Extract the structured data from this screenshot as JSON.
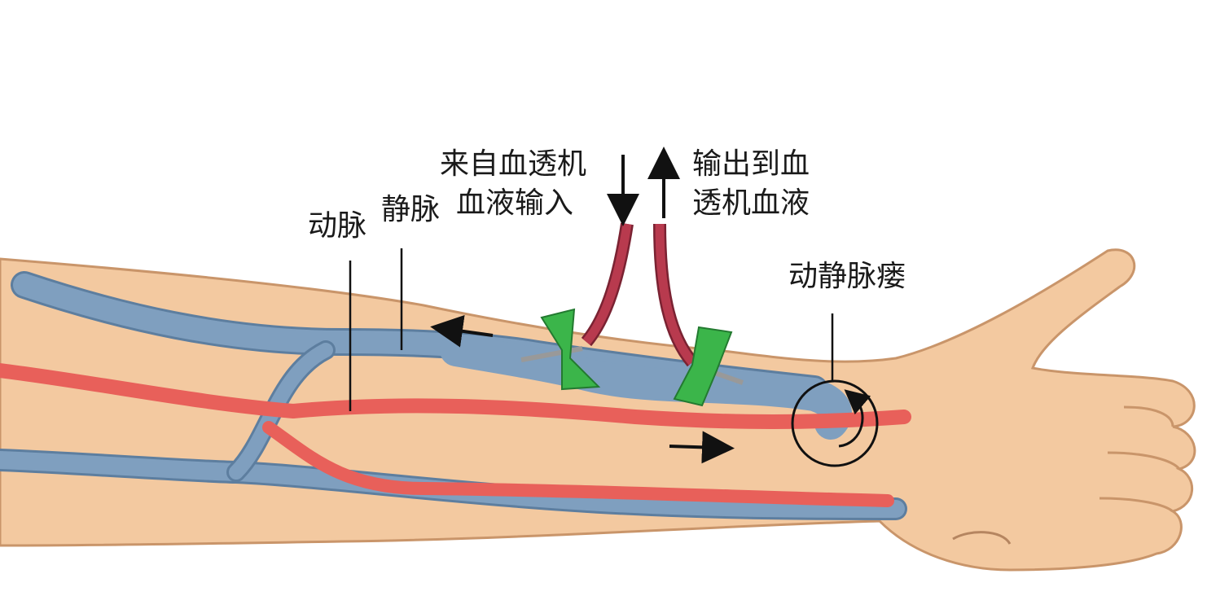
{
  "labels": {
    "artery": "动脉",
    "vein": "静脉",
    "inflow_line1": "来自血透机",
    "inflow_line2": "血液输入",
    "outflow_line1": "输出到血",
    "outflow_line2": "透机血液",
    "fistula": "动静脉瘘"
  },
  "colors": {
    "skin": "#f3c9a0",
    "skin_outline": "#c9956a",
    "artery": "#e8605a",
    "vein": "#7f9fbf",
    "vein_outline": "#5d7e9f",
    "needle_wing": "#3bb54a",
    "tubing": "#b83a4e",
    "arrow": "#111111"
  },
  "icons": {
    "flow_direction": "arrow-icon",
    "circulation": "circular-arrow-icon"
  }
}
